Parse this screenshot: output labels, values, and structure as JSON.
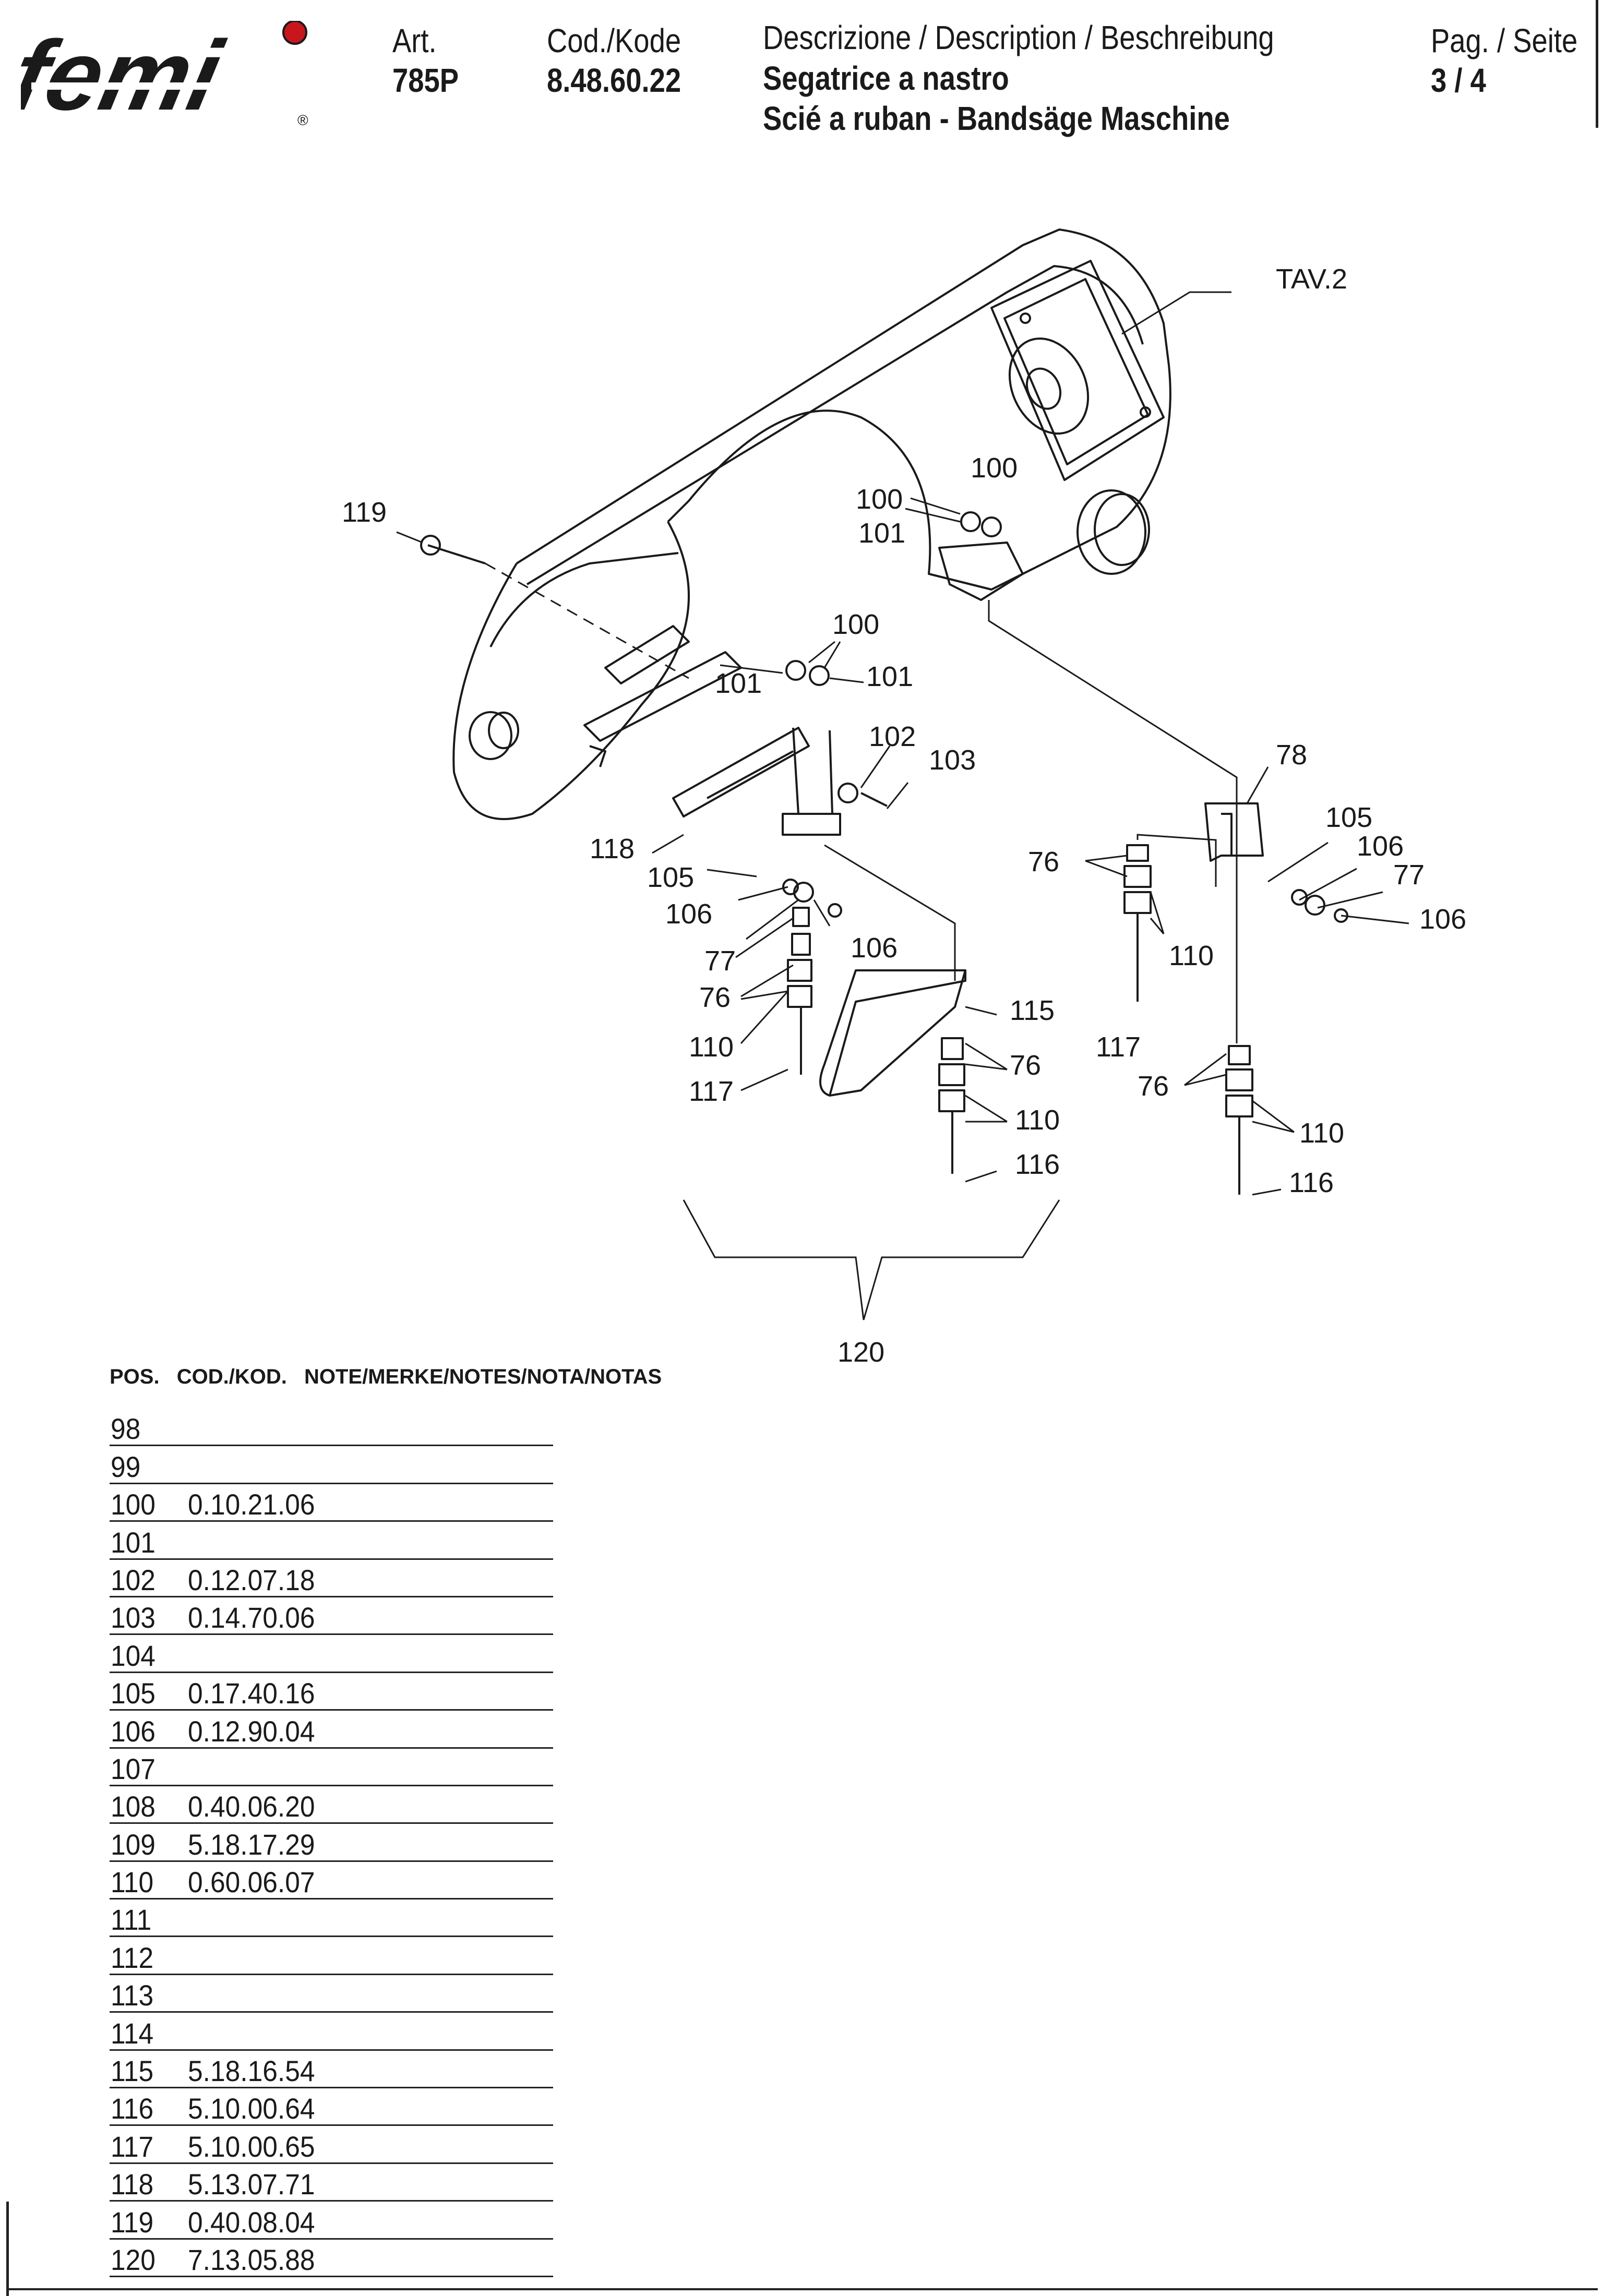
{
  "header": {
    "logo_text": "femi",
    "art_label": "Art.",
    "art_value": "785P",
    "code_label": "Cod./Kode",
    "code_value": "8.48.60.22",
    "desc_label": "Descrizione / Description / Beschreibung",
    "desc_line1": "Segatrice a nastro",
    "desc_line2": "Scié a ruban - Bandsäge Maschine",
    "page_label": "Pag. / Seite",
    "page_value": "3 / 4"
  },
  "diagram": {
    "callouts": [
      "TAV.2",
      "119",
      "100",
      "100",
      "101",
      "100",
      "101",
      "101",
      "102",
      "103",
      "78",
      "118",
      "105",
      "106",
      "77",
      "106",
      "76",
      "105",
      "106",
      "77",
      "106",
      "76",
      "110",
      "117",
      "115",
      "76",
      "110",
      "116",
      "110",
      "117",
      "76",
      "110",
      "116",
      "120"
    ]
  },
  "parts_table": {
    "headers": [
      "POS.",
      "COD./KOD.",
      "NOTE/MERKE/NOTES/NOTA/NOTAS"
    ],
    "rows": [
      {
        "pos": "98",
        "code": "",
        "note": ""
      },
      {
        "pos": "99",
        "code": "",
        "note": ""
      },
      {
        "pos": "100",
        "code": "0.10.21.06",
        "note": ""
      },
      {
        "pos": "101",
        "code": "",
        "note": ""
      },
      {
        "pos": "102",
        "code": "0.12.07.18",
        "note": ""
      },
      {
        "pos": "103",
        "code": "0.14.70.06",
        "note": ""
      },
      {
        "pos": "104",
        "code": "",
        "note": ""
      },
      {
        "pos": "105",
        "code": "0.17.40.16",
        "note": ""
      },
      {
        "pos": "106",
        "code": "0.12.90.04",
        "note": ""
      },
      {
        "pos": "107",
        "code": "",
        "note": ""
      },
      {
        "pos": "108",
        "code": "0.40.06.20",
        "note": ""
      },
      {
        "pos": "109",
        "code": "5.18.17.29",
        "note": ""
      },
      {
        "pos": "110",
        "code": "0.60.06.07",
        "note": ""
      },
      {
        "pos": "111",
        "code": "",
        "note": ""
      },
      {
        "pos": "112",
        "code": "",
        "note": ""
      },
      {
        "pos": "113",
        "code": "",
        "note": ""
      },
      {
        "pos": "114",
        "code": "",
        "note": ""
      },
      {
        "pos": "115",
        "code": "5.18.16.54",
        "note": ""
      },
      {
        "pos": "116",
        "code": "5.10.00.64",
        "note": ""
      },
      {
        "pos": "117",
        "code": "5.10.00.65",
        "note": ""
      },
      {
        "pos": "118",
        "code": "5.13.07.71",
        "note": ""
      },
      {
        "pos": "119",
        "code": "0.40.08.04",
        "note": ""
      },
      {
        "pos": "120",
        "code": "7.13.05.88",
        "note": ""
      }
    ]
  },
  "colors": {
    "ink": "#1a1a1a",
    "logo_dot": "#c8161d"
  }
}
